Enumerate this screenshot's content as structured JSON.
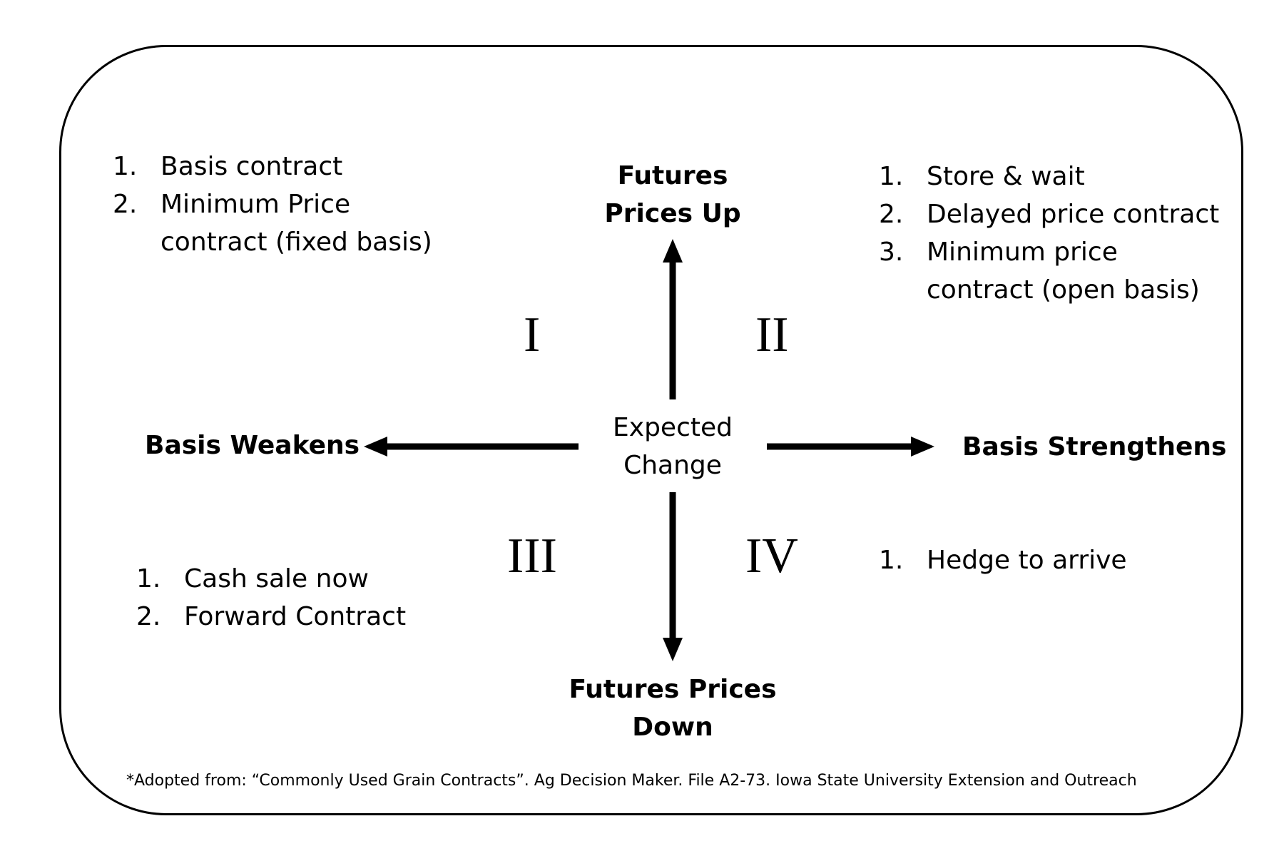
{
  "center": {
    "line1": "Expected",
    "line2": "Change"
  },
  "axes": {
    "top": {
      "line1": "Futures",
      "line2": "Prices Up"
    },
    "bottom": {
      "line1": "Futures Prices",
      "line2": "Down"
    },
    "left": "Basis Weakens",
    "right": "Basis Strengthens"
  },
  "quadrants": {
    "q1": {
      "numeral": "I",
      "items": [
        {
          "num": "1.",
          "text": "Basis contract"
        },
        {
          "num": "2.",
          "text": "Minimum Price\ncontract (fixed basis)"
        }
      ]
    },
    "q2": {
      "numeral": "II",
      "items": [
        {
          "num": "1.",
          "text": "Store & wait"
        },
        {
          "num": "2.",
          "text": "Delayed price contract"
        },
        {
          "num": "3.",
          "text": "Minimum price\ncontract (open basis)"
        }
      ]
    },
    "q3": {
      "numeral": "III",
      "items": [
        {
          "num": "1.",
          "text": "Cash sale now"
        },
        {
          "num": "2.",
          "text": "Forward Contract"
        }
      ]
    },
    "q4": {
      "numeral": "IV",
      "items": [
        {
          "num": "1.",
          "text": "Hedge to arrive"
        }
      ]
    }
  },
  "footnote": "*Adopted from: “Commonly Used Grain Contracts”. Ag Decision Maker. File A2-73. Iowa State University Extension and Outreach",
  "colors": {
    "ink": "#000000",
    "background": "#ffffff"
  }
}
